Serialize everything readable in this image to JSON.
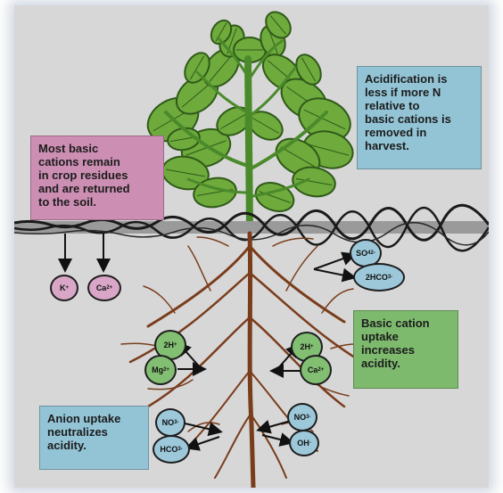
{
  "boxes": {
    "basic_cations": "Most basic\ncations remain\nin crop residues\nand are returned\nto the soil.",
    "acidification": "Acidification is\nless if more N\nrelative to\nbasic cations is\nremoved in\nharvest.",
    "cation_uptake": "Basic cation\nuptake\nincreases\nacidity.",
    "anion_uptake": "Anion uptake\nneutralizes\nacidity."
  },
  "ions": {
    "k": {
      "base": "K",
      "sup": "+",
      "sub": ""
    },
    "ca_soil": {
      "base": "Ca",
      "sup": "2+",
      "sub": ""
    },
    "so4": {
      "base": "SO",
      "sup": "2-",
      "sub": "4"
    },
    "hco3_2": {
      "base": "2HCO",
      "sup": "-",
      "sub": "3"
    },
    "h_left": {
      "base": "2H",
      "sup": "+",
      "sub": ""
    },
    "mg": {
      "base": "Mg",
      "sup": "2+",
      "sub": ""
    },
    "h_right": {
      "base": "2H",
      "sup": "+",
      "sub": ""
    },
    "ca_right": {
      "base": "Ca",
      "sup": "2+",
      "sub": ""
    },
    "no3_left": {
      "base": "NO",
      "sup": "-",
      "sub": "3"
    },
    "hco3_left": {
      "base": "HCO",
      "sup": "-",
      "sub": "3"
    },
    "no3_right": {
      "base": "NO",
      "sup": "-",
      "sub": "3"
    },
    "oh": {
      "base": "OH",
      "sup": "-",
      "sub": ""
    }
  },
  "colors": {
    "pink_box": "#cc8fb3",
    "blue_box": "#93c4d6",
    "green_box": "#7dba6e",
    "leaf": "#6eaa3c",
    "stem": "#4b8a2a",
    "root": "#7a3d1c",
    "background": "#d7d7d7"
  }
}
